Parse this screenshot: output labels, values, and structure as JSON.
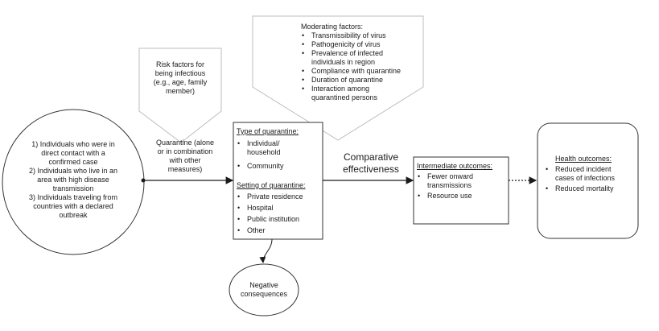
{
  "population": {
    "lines": [
      "1) Individuals who were in",
      "direct contact with a",
      "confirmed case",
      "2) Individuals who live in an",
      "area with high disease",
      "transmission",
      "3) Individuals traveling from",
      "countries with a declared",
      "outbreak"
    ]
  },
  "risk_factors": {
    "lines": [
      "Risk factors for",
      "being infectious",
      "(e.g., age, family",
      "member)"
    ]
  },
  "quarantine_label": {
    "lines": [
      "Quarantine (alone",
      "or in combination",
      "with other",
      "measures)"
    ]
  },
  "moderating": {
    "title": "Moderating factors:",
    "items": [
      "Transmissibility of virus",
      "Pathogenicity of virus",
      "Prevalence of infected individuals in region",
      "Compliance with quarantine",
      "Duration of quarantine",
      "Interaction among quarantined persons"
    ]
  },
  "quarantine_box": {
    "type_title": "Type of quarantine:",
    "type_items": [
      "Individual/ household",
      "Community"
    ],
    "setting_title": "Setting of quarantine:",
    "setting_items": [
      "Private residence",
      "Hospital",
      "Public institution",
      "Other"
    ]
  },
  "comparative": {
    "lines": [
      "Comparative",
      "effectiveness"
    ]
  },
  "intermediate": {
    "title": "Intermediate outcomes:",
    "items": [
      "Fewer onward transmissions",
      "Resource use"
    ]
  },
  "health": {
    "title": "Health outcomes:",
    "items": [
      "Reduced incident cases of infections",
      "Reduced mortality"
    ]
  },
  "negative": {
    "lines": [
      "Negative",
      "consequences"
    ]
  }
}
